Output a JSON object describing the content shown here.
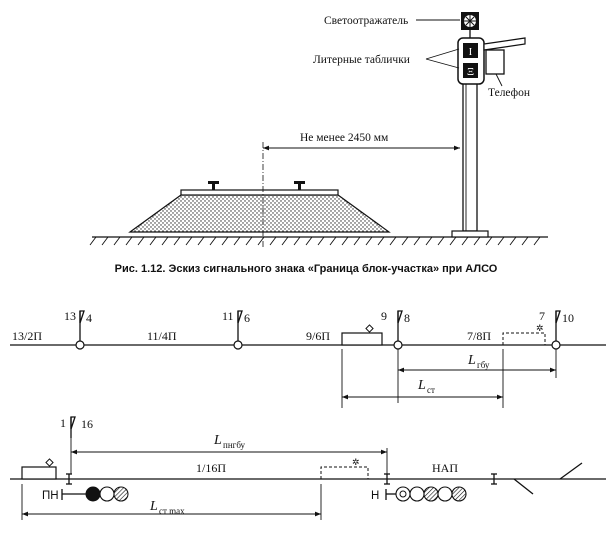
{
  "figure1": {
    "caption": "Рис. 1.12. Эскиз сигнального знака «Граница блок-участка» при АЛСО",
    "reflector_label": "Светоотражатель",
    "plates_label": "Литерные таблички",
    "phone_label": "Телефон",
    "distance_label": "Не менее 2450 мм",
    "plate_top_glyph": "Ι",
    "plate_bottom_glyph": "Ξ"
  },
  "scheme_top": {
    "signals": [
      {
        "number": "13",
        "flag": "4"
      },
      {
        "number": "11",
        "flag": "6"
      },
      {
        "number": "9",
        "flag": "8"
      },
      {
        "number": "7",
        "flag": "10"
      }
    ],
    "sections": [
      "13/2П",
      "11/4П",
      "9/6П",
      "7/8П"
    ],
    "dim_gbu_main": "L",
    "dim_gbu_sub": "гбу",
    "dim_st_main": "L",
    "dim_st_sub": "ст"
  },
  "scheme_bottom": {
    "signal_number": "1",
    "signal_flag": "16",
    "section": "1/16П",
    "station_label": "НАП",
    "left_signal_label": "ПН",
    "right_signal_label": "Н",
    "dim_pngbu_main": "L",
    "dim_pngbu_sub": "пнгбу",
    "dim_stmax_main": "L",
    "dim_stmax_sub": "ст max"
  }
}
